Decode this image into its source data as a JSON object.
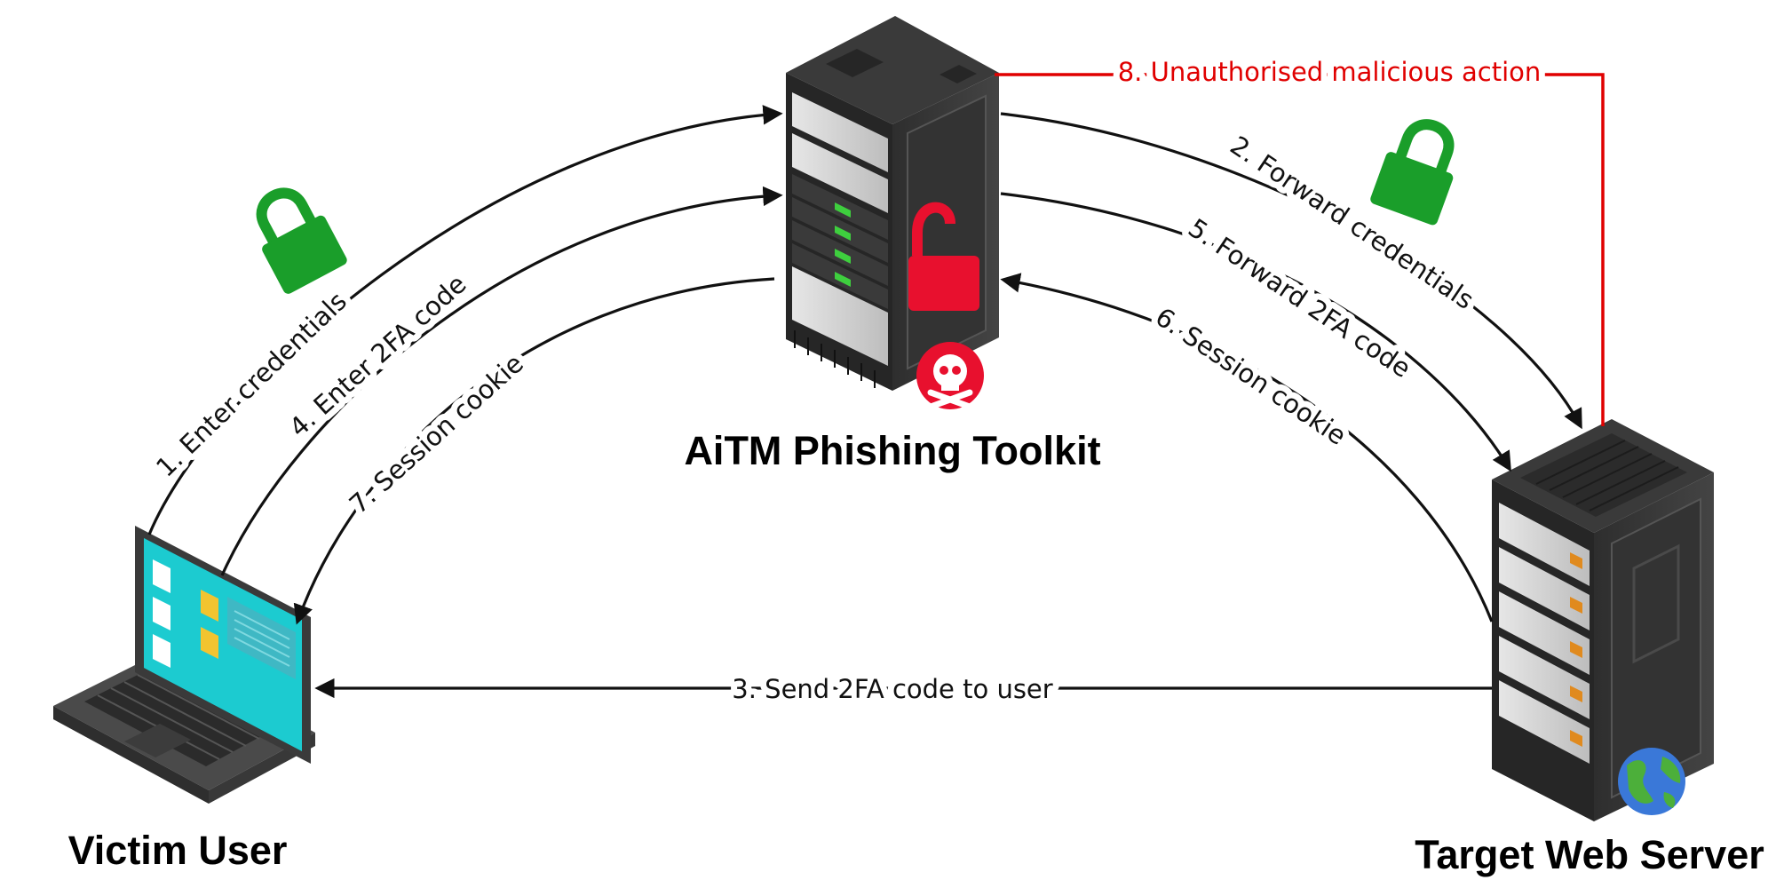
{
  "nodes": {
    "victim": {
      "label": "Victim User"
    },
    "toolkit": {
      "label": "AiTM Phishing Toolkit"
    },
    "server": {
      "label": "Target Web Server"
    }
  },
  "steps": [
    {
      "id": "s1",
      "label": "1. Enter credentials"
    },
    {
      "id": "s2",
      "label": "2. Forward credentials"
    },
    {
      "id": "s3",
      "label": "3. Send 2FA code to user"
    },
    {
      "id": "s4",
      "label": "4. Enter 2FA code"
    },
    {
      "id": "s5",
      "label": "5. Forward 2FA code"
    },
    {
      "id": "s6",
      "label": "6. Session cookie"
    },
    {
      "id": "s7",
      "label": "7. Session cookie"
    },
    {
      "id": "s8",
      "label": "8. Unauthorised malicious action"
    }
  ],
  "icons": {
    "locked": "padlock-locked-icon",
    "unlocked": "padlock-unlocked-icon",
    "skull": "skull-crossbones-icon",
    "globe": "globe-icon"
  },
  "colors": {
    "secure": "#1a9e2a",
    "compromised": "#e8102e",
    "malicious_action": "#e00000",
    "laptop_screen": "#1fd3d8"
  }
}
